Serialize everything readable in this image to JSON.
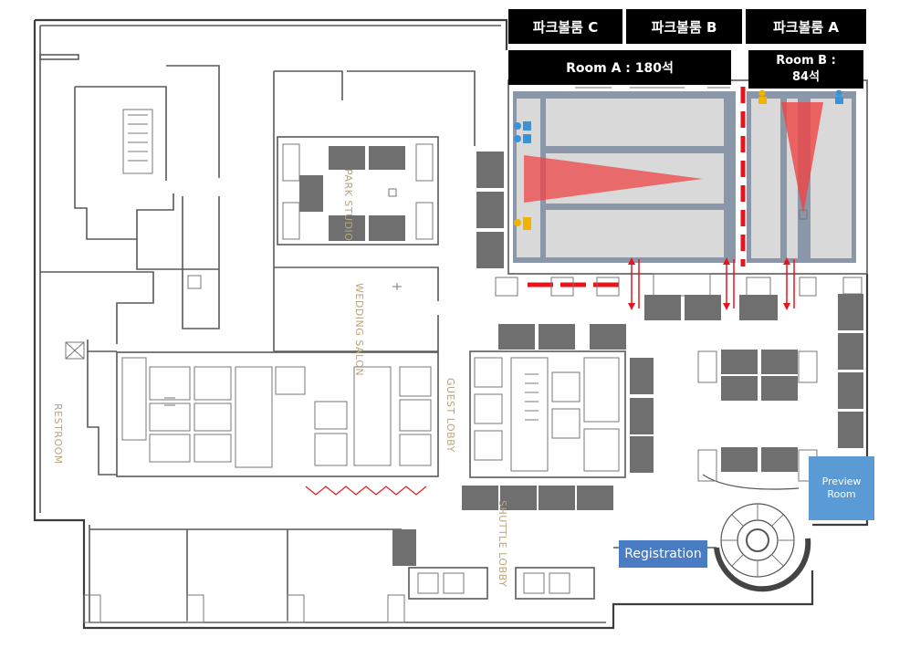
{
  "headers": {
    "park_c": "파크볼룸 C",
    "park_b": "파크볼룸 B",
    "park_a": "파크볼룸 A",
    "room_a": "Room A : 180석",
    "room_b_line1": "Room B :",
    "room_b_line2": "84석"
  },
  "labels": {
    "park_studio": "PARK STUDIO",
    "wedding_salon": "WEDDING SALON",
    "restroom": "RESTROOM",
    "guest_lobby": "GUEST LOBBY",
    "shuttle_lobby": "SHUTTLE LOBBY"
  },
  "boxes": {
    "registration": "Registration",
    "preview_line1": "Preview",
    "preview_line2": "Room"
  },
  "colors": {
    "header_bg": "#000000",
    "blue_box": "#4a7cc4",
    "preview_box": "#5b9bd5",
    "booth": "#6f6f6f",
    "divider_red": "#e8141b",
    "projection_red": "#ee4444",
    "label_gold": "#b7a47a"
  }
}
